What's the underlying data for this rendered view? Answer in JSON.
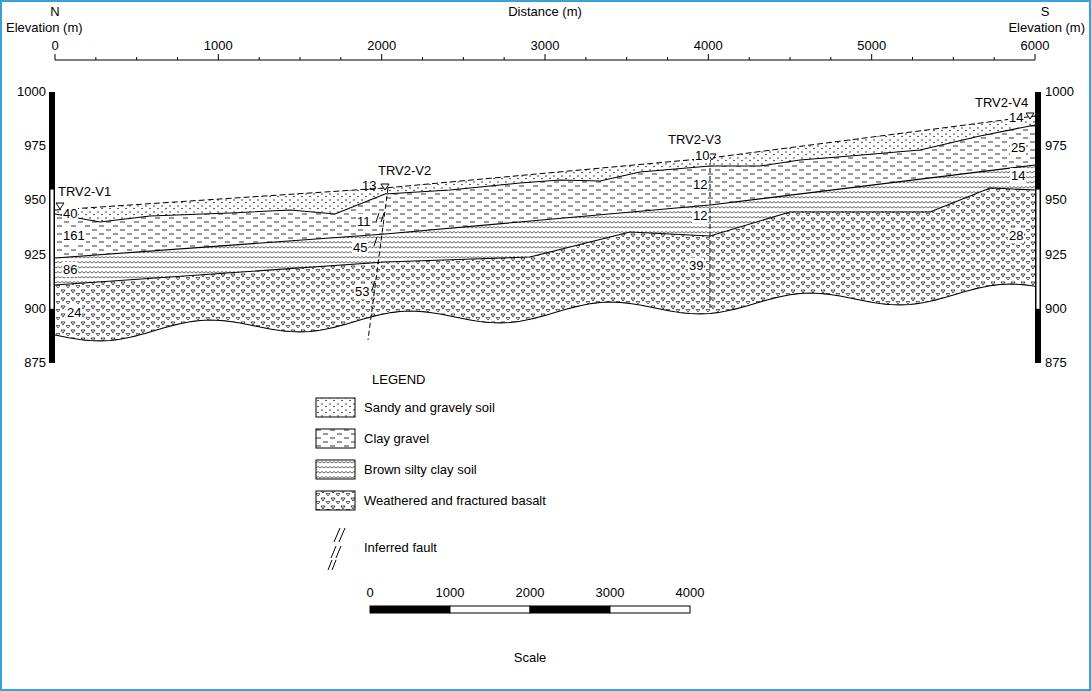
{
  "diagram": {
    "labels": [
      "N",
      "Elevation (m)",
      "Distance (m)",
      "S",
      "Elevation (m)",
      "0",
      "1000",
      "2000",
      "3000",
      "4000",
      "5000",
      "6000",
      "1000",
      "975",
      "950",
      "925",
      "900",
      "875",
      "1000",
      "975",
      "950",
      "925",
      "900",
      "875",
      "TRV2-V1",
      "40",
      "161",
      "86",
      "24",
      "TRV2-V2",
      "13",
      "11",
      "45",
      "53",
      "TRV2-V3",
      "10",
      "12",
      "12",
      "39",
      "TRV2-V4",
      "14",
      "25",
      "14",
      "28",
      "LEGEND",
      "0",
      "1000",
      "2000",
      "3000",
      "4000",
      "Scale"
    ],
    "legend": [
      {
        "text": "Sandy and gravely soil"
      },
      {
        "text": "Clay gravel"
      },
      {
        "text": "Brown silty clay soil"
      },
      {
        "text": "Weathered and fractured basalt"
      },
      {
        "text": "Inferred fault"
      }
    ]
  }
}
